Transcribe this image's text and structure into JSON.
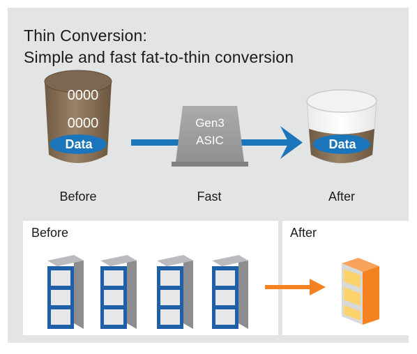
{
  "title": {
    "line1": "Thin Conversion:",
    "line2": "Simple and fast fat-to-thin conversion"
  },
  "before_bucket": {
    "digits_top": "0000",
    "digits_bottom": "0000",
    "data_label": "Data",
    "caption": "Before"
  },
  "asic": {
    "line1": "Gen3",
    "line2": "ASIC",
    "caption": "Fast"
  },
  "after_bucket": {
    "data_label": "Data",
    "caption": "After"
  },
  "before_box": {
    "label": "Before"
  },
  "after_box": {
    "label": "After"
  },
  "colors": {
    "panel": "#e3e4e4",
    "bucket_brown": "#8b7358",
    "data_blue": "#1b75bb",
    "arrow_blue": "#1b75bb",
    "arrow_orange": "#f58220",
    "server_orange": "#f58220"
  }
}
